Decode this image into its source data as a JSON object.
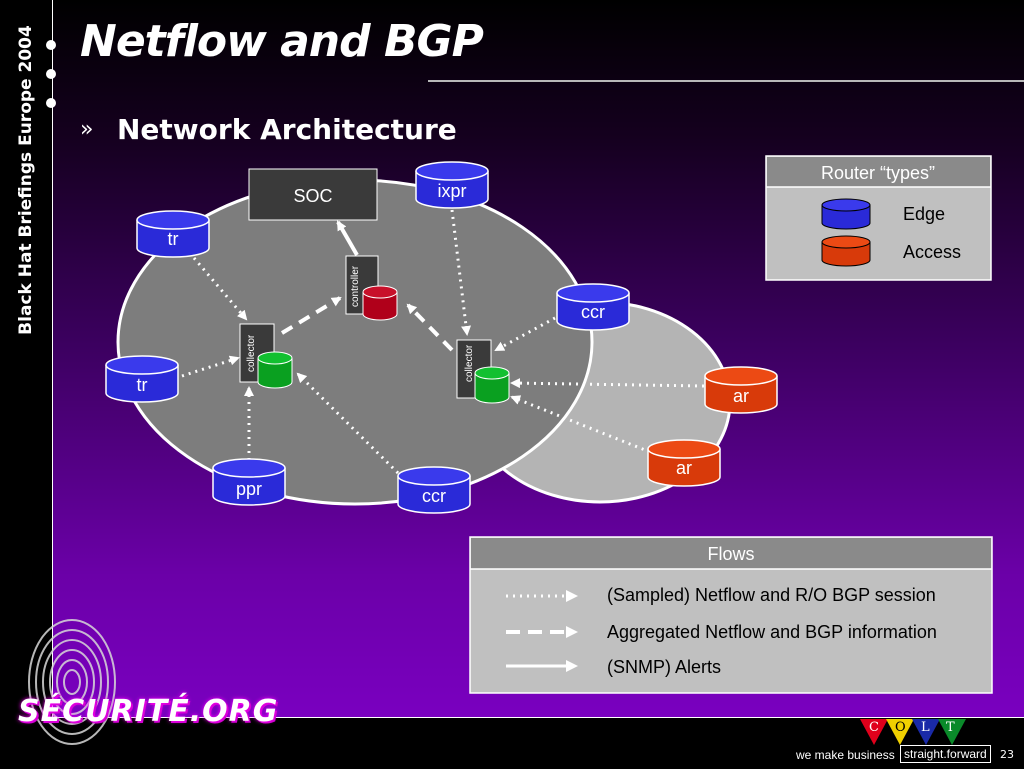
{
  "sidebar": {
    "vertical_text": "Black Hat Briefings Europe 2004"
  },
  "slide": {
    "title": "Netflow and BGP",
    "bullet": "»",
    "subtitle": "Network Architecture"
  },
  "diagram": {
    "soc_label": "SOC",
    "nodes": {
      "ixpr": "ixpr",
      "tr_top": "tr",
      "tr_left": "tr",
      "ccr_right": "ccr",
      "ccr_bottom": "ccr",
      "ppr": "ppr",
      "ar_1": "ar",
      "ar_2": "ar"
    },
    "controller_label": "controller",
    "collector_left_label": "collector",
    "collector_right_label": "collector"
  },
  "legend_router_types": {
    "header": "Router “types”",
    "items": [
      {
        "label": "Edge",
        "color": "#2a2ad8"
      },
      {
        "label": "Access",
        "color": "#d83a0a"
      }
    ]
  },
  "legend_flows": {
    "header": "Flows",
    "items": [
      {
        "label": "(Sampled) Netflow and R/O BGP session",
        "style": "dotted"
      },
      {
        "label": "Aggregated Netflow and BGP information",
        "style": "dashed"
      },
      {
        "label": "(SNMP) Alerts",
        "style": "solid"
      }
    ]
  },
  "footer": {
    "logo_text": "SÉCURITÉ.ORG",
    "colt_letters": [
      "C",
      "O",
      "L",
      "T"
    ],
    "colt_colors": [
      "#e0001b",
      "#f0d000",
      "#1a2aa8",
      "#0a8a2a"
    ],
    "tagline": "we make business",
    "tagline_box": "straight.forward",
    "page_number": "23"
  },
  "colors": {
    "edge_router": "#2a2ad8",
    "access_router": "#d83a0a",
    "collector": "#0aa020",
    "controller": "#b0001a"
  }
}
